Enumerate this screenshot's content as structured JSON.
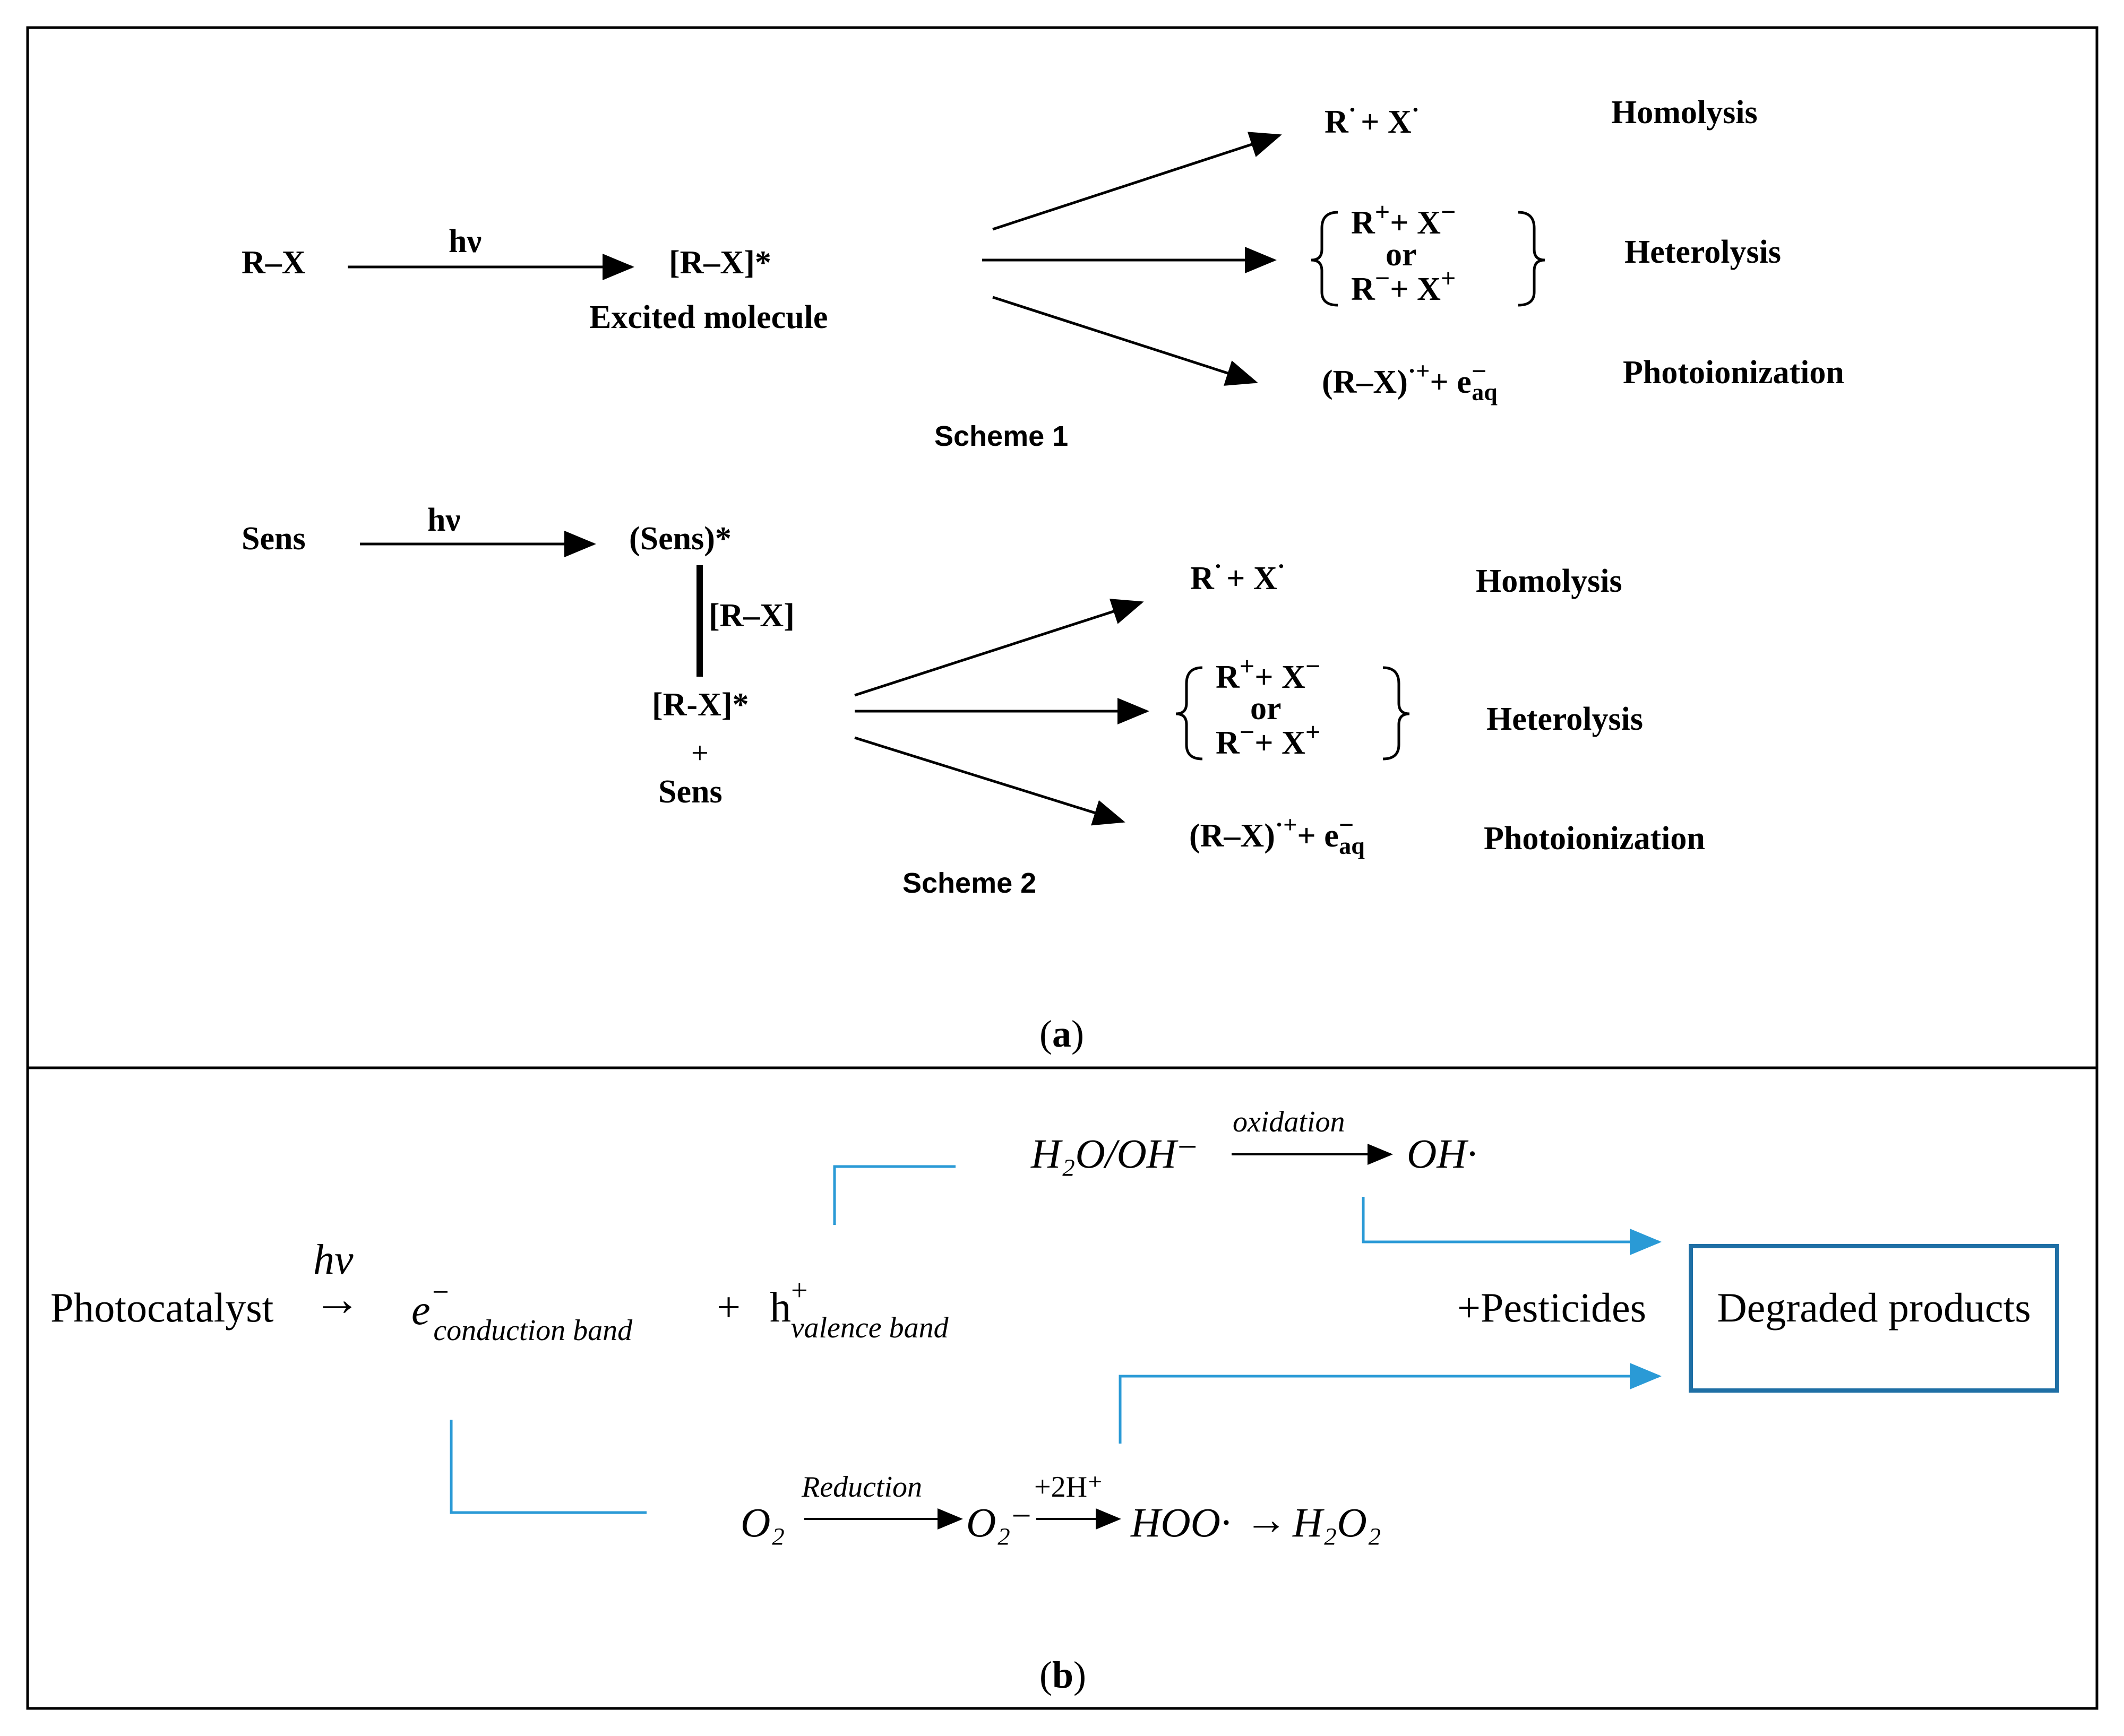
{
  "panel_a": {
    "label_open": "(",
    "label_letter": "a",
    "label_close": ")",
    "scheme1": {
      "reactant": "R–X",
      "light": "hν",
      "excited": "[R–X]*",
      "excited_caption": "Excited molecule",
      "caption": "Scheme 1"
    },
    "scheme2": {
      "reactant": "Sens",
      "light": "hν",
      "excited": "(Sens)*",
      "transfer_label": "[R–X]",
      "product_top": "[R-X]*",
      "product_plus": "+",
      "product_bottom": "Sens",
      "caption": "Scheme 2"
    },
    "outcomes": {
      "homolysis_r": "R",
      "homolysis_dot": "·",
      "homolysis_plus": "+ X",
      "homolysis_name": "Homolysis",
      "hetero_line1_r": "R",
      "hetero_line1_rest": "+ X",
      "hetero_or": "or",
      "hetero_line2_r": "R",
      "hetero_line2_rest": "+ X",
      "plus_sign": "+",
      "minus_sign": "−",
      "hetero_name": "Heterolysis",
      "photo_species": "(R–X)",
      "photo_charge": "·+",
      "photo_plus": "+ e",
      "photo_sub": "aq",
      "photo_name": "Photoionization"
    }
  },
  "panel_b": {
    "label_open": "(",
    "label_letter": "b",
    "label_close": ")",
    "photocatalyst": "Photocatalyst",
    "hv": "hν",
    "arrow": "→",
    "electron": "e",
    "electron_sub": "conduction band",
    "plus": "+",
    "hole": "h",
    "hole_sub": "valence band",
    "oxidation_reactant": "H₂O/OH⁻",
    "oxidation_label": "oxidation",
    "oxidation_product": "OH·",
    "reduction_start": "O₂",
    "reduction_label": "Reduction",
    "superoxide": "O₂⁻",
    "protonation_label": "+2H⁺",
    "hydroperoxyl": "HOO·",
    "final_arrow": "→",
    "peroxide": "H₂O₂",
    "pesticides": "+Pesticides",
    "degraded": "Degraded products"
  },
  "colors": {
    "border": "#000000",
    "accent": "#2a9ad6",
    "box": "#1f6fa5",
    "text": "#000000"
  }
}
